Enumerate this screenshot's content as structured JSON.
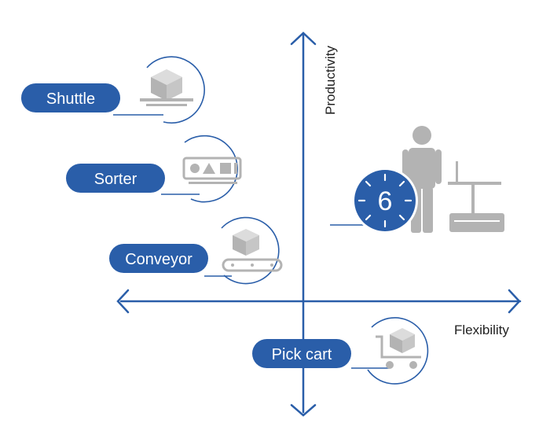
{
  "axes": {
    "vertical_label": "Productivity",
    "horizontal_label": "Flexibility"
  },
  "items": {
    "shuttle": {
      "label": "Shuttle",
      "icon": "box-on-shelf-icon"
    },
    "sorter": {
      "label": "Sorter",
      "icon": "sorter-machine-icon"
    },
    "conveyor": {
      "label": "Conveyor",
      "icon": "conveyor-icon"
    },
    "pick_cart": {
      "label": "Pick cart",
      "icon": "cart-icon"
    }
  },
  "worker": {
    "clock_value": "6",
    "icons": [
      "person-icon",
      "clock-icon",
      "workstation-icon"
    ]
  },
  "colors": {
    "brand_blue": "#2a5ea9",
    "icon_gray": "#b3b3b3",
    "line_blue": "#2a5ea9"
  }
}
